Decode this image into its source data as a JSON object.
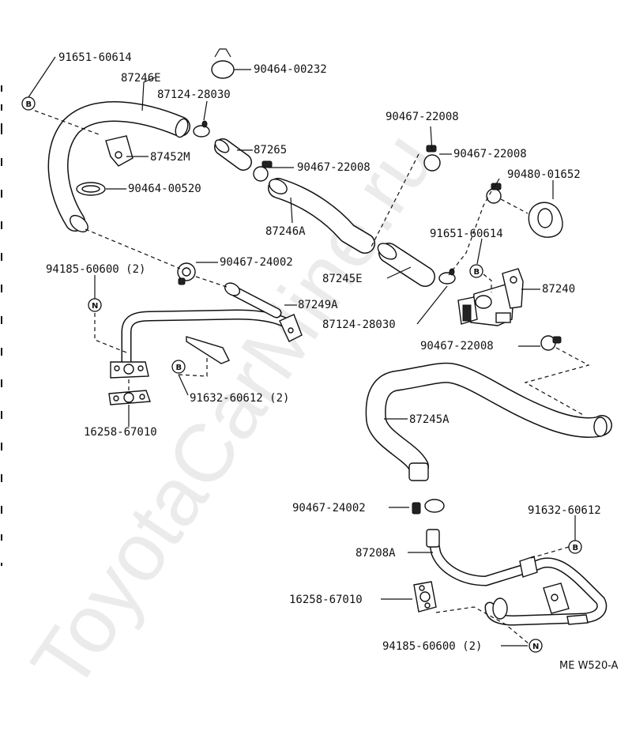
{
  "parts": {
    "p91651_60614_a": "91651-60614",
    "p87246E": "87246E",
    "p90464_00232": "90464-00232",
    "p87124_28030_a": "87124-28030",
    "p87265": "87265",
    "p87452M": "87452M",
    "p90467_22008_a": "90467-22008",
    "p90464_00520": "90464-00520",
    "p87246A": "87246A",
    "p90467_22008_b": "90467-22008",
    "p90467_22008_c": "90467-22008",
    "p90480_01652": "90480-01652",
    "p91651_60614_b": "91651-60614",
    "p90467_24002_a": "90467-24002",
    "p94185_60600_a": "94185-60600 (2)",
    "p87249A": "87249A",
    "p87245E": "87245E",
    "p87240": "87240",
    "p87124_28030_b": "87124-28030",
    "p90467_22008_d": "90467-22008",
    "p91632_60612_a": "91632-60612 (2)",
    "p16258_67010_a": "16258-67010",
    "p87245A": "87245A",
    "p90467_24002_b": "90467-24002",
    "p91632_60612_b": "91632-60612",
    "p87208A": "87208A",
    "p16258_67010_b": "16258-67010",
    "p94185_60600_b": "94185-60600 (2)"
  },
  "symbols": {
    "bolt": "B",
    "nut": "N"
  },
  "diagram_code": "ME W520-A",
  "watermark": "ToyotaCarMine.ru"
}
